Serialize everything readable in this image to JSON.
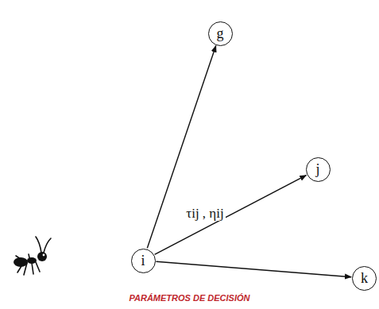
{
  "diagram": {
    "caption": "PARÁMETROS DE DECISIÓN",
    "nodes": [
      {
        "text": [
          "i"
        ]
      },
      {
        "text": [
          "g"
        ]
      },
      {
        "text": [
          "j"
        ]
      },
      {
        "text": [
          "k"
        ]
      }
    ],
    "edges": [
      {
        "from": 0,
        "to": 1,
        "arrow": "to"
      },
      {
        "from": 0,
        "to": 2,
        "label": "τij , ηij",
        "arrow": "to"
      },
      {
        "from": 0,
        "to": 3,
        "arrow": "to"
      }
    ]
  }
}
